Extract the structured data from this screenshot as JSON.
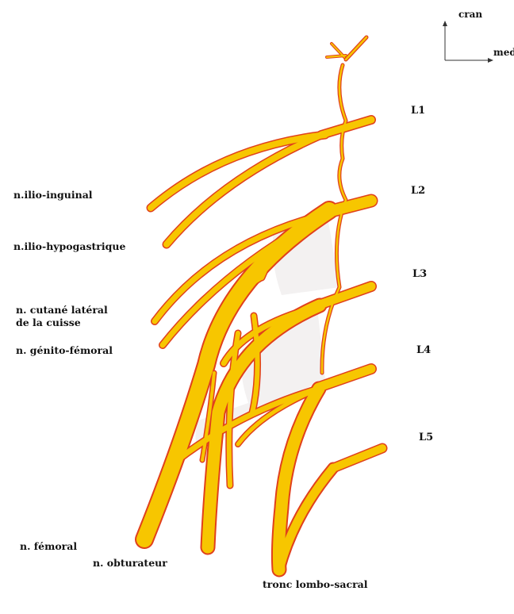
{
  "orientation": {
    "up_label": "cran",
    "right_label": "med"
  },
  "roots": {
    "l1": "L1",
    "l2": "L2",
    "l3": "L3",
    "l4": "L4",
    "l5": "L5"
  },
  "nerves": {
    "ilio_inguinal": "n.ilio-inguinal",
    "ilio_hypogastrique": "n.ilio-hypogastrique",
    "cutane_lateral_1": "n. cutané latéral",
    "cutane_lateral_2": "de la cuisse",
    "genito_femoral": "n. génito-fémoral",
    "femoral": "n. fémoral",
    "obturateur": "n. obturateur",
    "tronc_lombo_sacral": "tronc lombo-sacral"
  },
  "colors": {
    "nerve_fill": "#f7c600",
    "nerve_outline": "#e0401c",
    "plexus_shading": "#f3f1f1",
    "axis": "#333333"
  }
}
